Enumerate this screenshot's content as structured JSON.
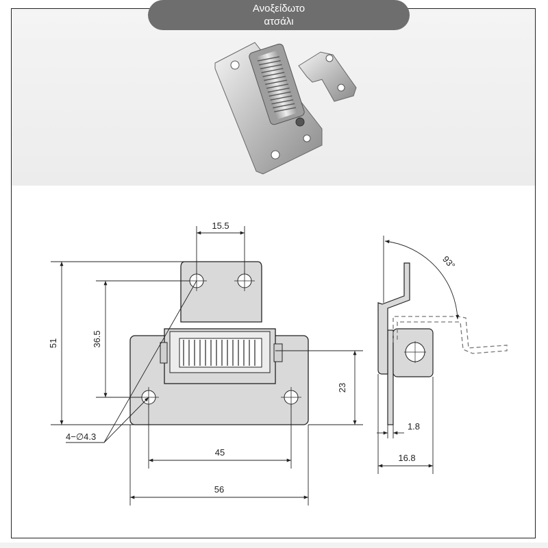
{
  "banner": {
    "line1": "Ανοξείδωτο",
    "line2": "ατσάλι"
  },
  "dimensions": {
    "top_hole_spacing": "15.5",
    "total_height": "51",
    "hole_to_hole_height": "36.5",
    "right_height": "23",
    "holes": "4−∅4.3",
    "bottom_hole_spacing": "45",
    "plate_width": "56",
    "thickness": "1.8",
    "depth": "16.8",
    "angle": "93°"
  },
  "colors": {
    "line": "#222222",
    "part_fill": "#d9d9d9",
    "banner": "#6e6e6e"
  }
}
